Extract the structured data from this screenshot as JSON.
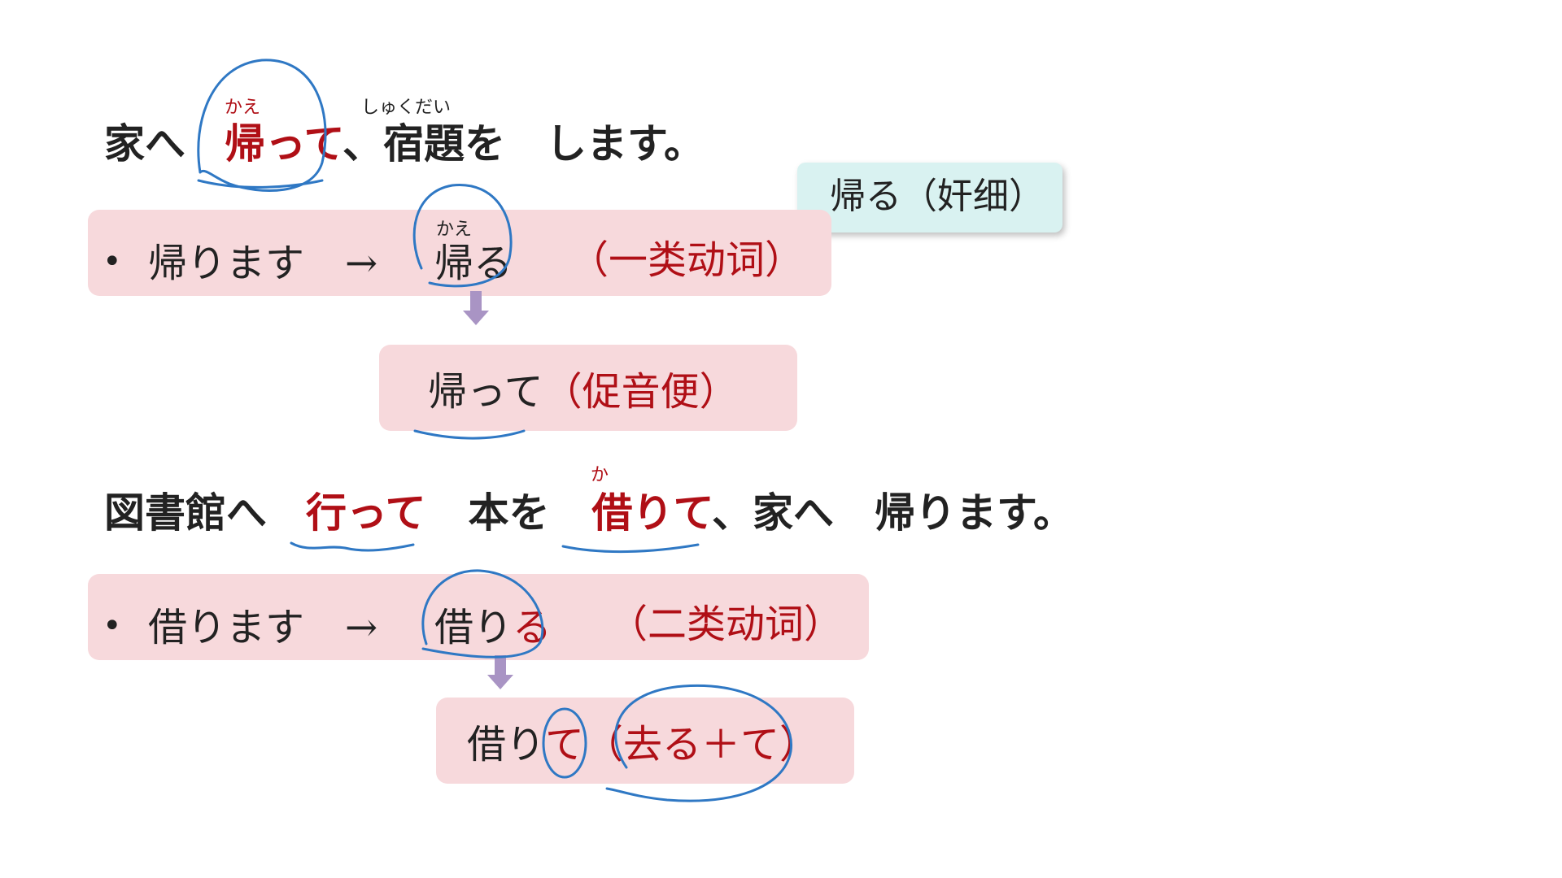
{
  "sentence1": {
    "ie_he": "家へ",
    "kaette_furigana": "かえ",
    "kaette": "帰って",
    "comma_shukudai": "、宿題を",
    "shukudai_furigana": "しゅくだい",
    "shimasu": "します。"
  },
  "note": {
    "text": "帰る（奸细）"
  },
  "row1": {
    "bullet": "•",
    "masu_form": "帰ります",
    "arrow": "→",
    "dict_furigana": "かえ",
    "dict_form": "帰る",
    "category": "（一类动词）"
  },
  "result1": {
    "te_form": "帰って",
    "rule": "（促音便）"
  },
  "sentence2": {
    "toshokan": "図書館へ",
    "itte": "行って",
    "hon": "本を",
    "karite_furigana": "か",
    "karite": "借りて",
    "rest": "、家へ　帰ります。"
  },
  "row2": {
    "bullet": "•",
    "masu_form": "借ります",
    "arrow": "→",
    "dict_stem": "借り",
    "dict_ending": "る",
    "category": "（二类动词）"
  },
  "result2": {
    "stem": "借り",
    "te": "て",
    "rule": "（去る＋て）"
  },
  "colors": {
    "accent_red": "#b00f16",
    "panel_pink": "#f7d9dc",
    "note_cyan": "#d9f2f1",
    "ink_blue": "#2f78c4",
    "arrow_purple": "#a994c4"
  }
}
